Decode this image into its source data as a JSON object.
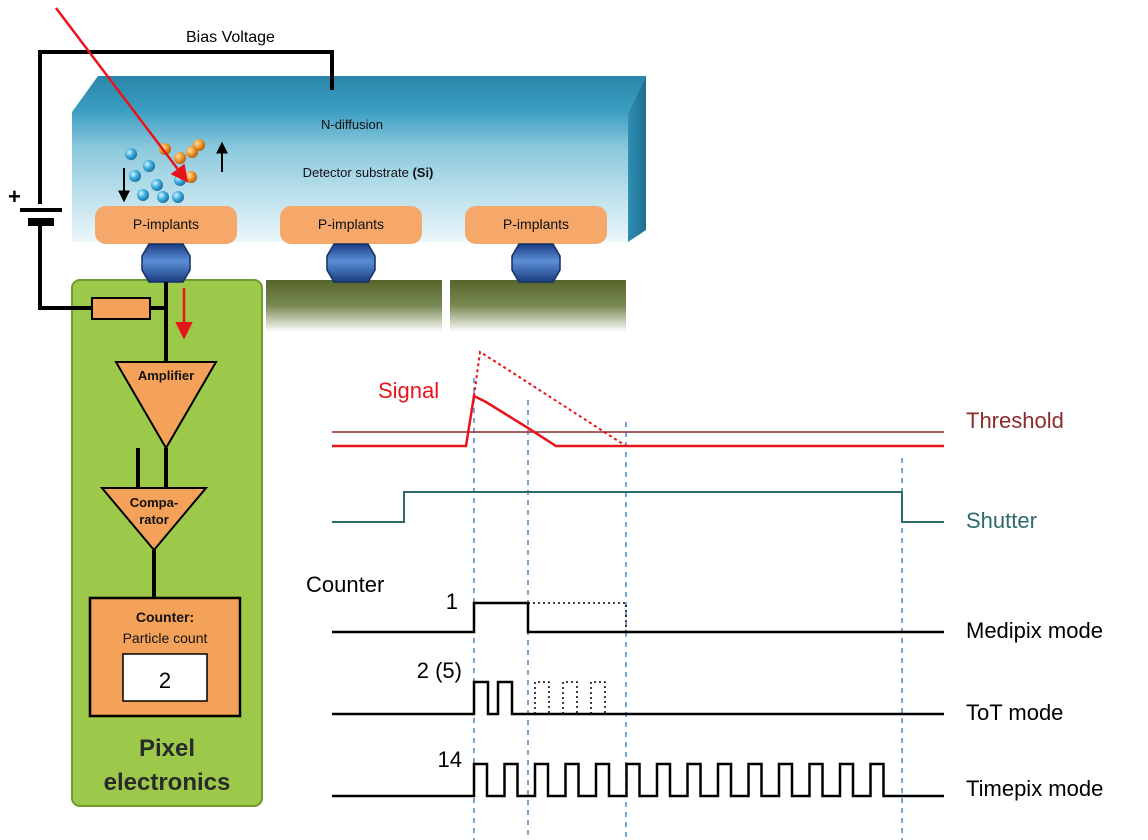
{
  "detector": {
    "bias_voltage": "Bias Voltage",
    "n_diffusion": "N-diffusion",
    "substrate_label": "Detector substrate",
    "substrate_material": "(Si)",
    "p_implant": "P-implants",
    "battery_plus": "+"
  },
  "electronics": {
    "amplifier": "Amplifier",
    "comparator_line1": "Compa-",
    "comparator_line2": "rator",
    "counter_title": "Counter:",
    "counter_subtitle": "Particle count",
    "counter_value": "2",
    "panel_line1": "Pixel",
    "panel_line2": "electronics"
  },
  "timing": {
    "signal": "Signal",
    "threshold": "Threshold",
    "shutter": "Shutter",
    "counter": "Counter",
    "medipix_count": "1",
    "medipix_mode": "Medipix mode",
    "tot_count": "2 (5)",
    "tot_mode": "ToT mode",
    "timepix_count": "14",
    "timepix_mode": "Timepix mode"
  },
  "colors": {
    "signal": "#e8141c",
    "threshold": "#8b2a2a",
    "shutter": "#2e6b6b",
    "panel_green": "#9cc94a",
    "implant_orange": "#f5a86a",
    "box_orange": "#f4a15a",
    "dashed_blue": "#4a86c8",
    "detector_blue": "#4aa7c8"
  }
}
